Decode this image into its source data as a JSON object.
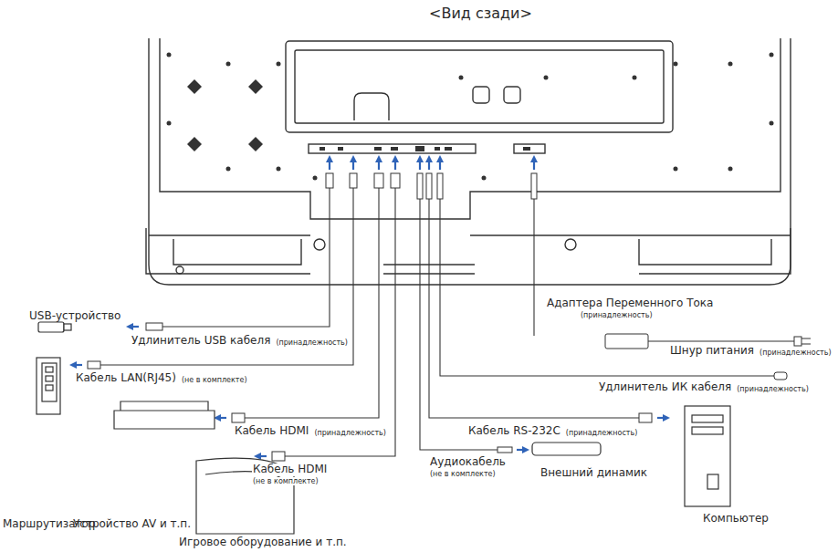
{
  "diagram": {
    "title": "<Вид сзади>",
    "nodes": [
      {
        "text": [
          "USB-устройство"
        ]
      },
      {
        "text": [
          "Маршрутизатор"
        ]
      },
      {
        "text": [
          "Устройство AV и т.п."
        ]
      },
      {
        "text": [
          "Игровое оборудование и т.п."
        ]
      },
      {
        "text": [
          "Внешний динамик"
        ]
      },
      {
        "text": [
          "Компьютер"
        ]
      }
    ],
    "labels": [
      "Удлинитель USB кабеля",
      "(принадлежность)",
      "Кабель LAN(RJ45)",
      "(не в комплекте)",
      "Кабель HDMI",
      "(принадлежность)",
      "Кабель HDMI",
      "(не в комплекте)",
      "Аудиокабель",
      "(не в комплекте)",
      "Кабель RS-232C",
      "(принадлежность)",
      "Удлинитель ИК кабеля",
      "(принадлежность)",
      "Адаптера Переменного Тока",
      "(принадлежность)",
      "Шнур питания",
      "(принадлежность)"
    ]
  }
}
